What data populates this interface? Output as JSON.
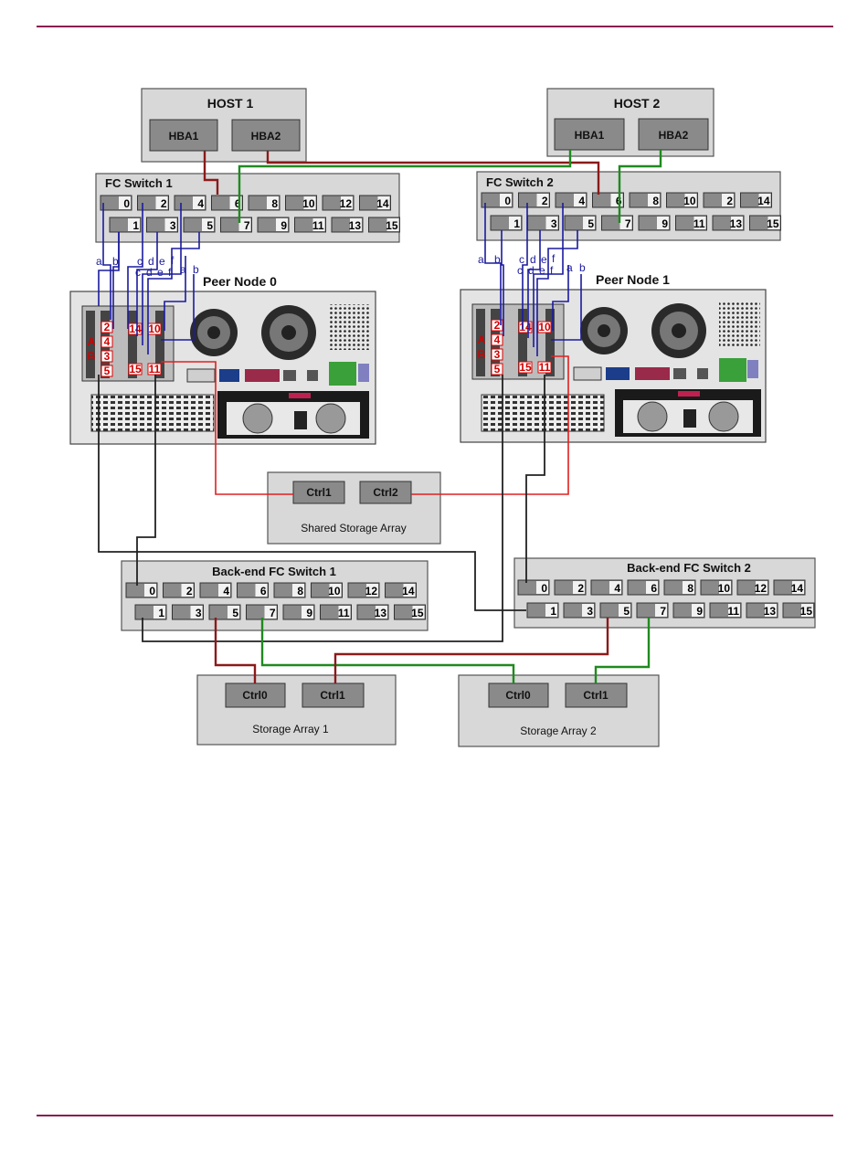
{
  "colors": {
    "rule": "#8b1a4f",
    "host_link": "#8b1a1a",
    "green_link": "#1f8a1f",
    "node_link": "#1b1b9e",
    "storage_red": "#e02020",
    "black_link": "#222222",
    "box_fill": "#d8d8d8",
    "port_fill": "#8a8a8a"
  },
  "hosts": [
    {
      "title": "HOST 1",
      "hba": [
        "HBA1",
        "HBA2"
      ]
    },
    {
      "title": "HOST 2",
      "hba": [
        "HBA1",
        "HBA2"
      ]
    }
  ],
  "switches": {
    "fc1": {
      "title": "FC Switch 1",
      "top": [
        "0",
        "2",
        "4",
        "6",
        "8",
        "10",
        "12",
        "14"
      ],
      "bottom": [
        "1",
        "3",
        "5",
        "7",
        "9",
        "11",
        "13",
        "15"
      ]
    },
    "fc2": {
      "title": "FC Switch 2",
      "top": [
        "0",
        "2",
        "4",
        "6",
        "8",
        "10",
        "2",
        "14"
      ],
      "bottom": [
        "1",
        "3",
        "5",
        "7",
        "9",
        "11",
        "13",
        "15"
      ]
    },
    "be1": {
      "title": "Back-end FC Switch 1",
      "top": [
        "0",
        "2",
        "4",
        "6",
        "8",
        "10",
        "12",
        "14"
      ],
      "bottom": [
        "1",
        "3",
        "5",
        "7",
        "9",
        "11",
        "13",
        "15"
      ]
    },
    "be2": {
      "title": "Back-end FC Switch 2",
      "top": [
        "0",
        "2",
        "4",
        "6",
        "8",
        "10",
        "12",
        "14"
      ],
      "bottom": [
        "1",
        "3",
        "5",
        "7",
        "9",
        "11",
        "13",
        "15"
      ]
    }
  },
  "nodes": [
    {
      "title": "Peer Node 0",
      "cable_letters_left": [
        "a",
        "b",
        "c",
        "d",
        "e",
        "f",
        "a",
        "b"
      ],
      "cable_letters_row2": [
        "c",
        "d",
        "e",
        "f",
        "a",
        "b"
      ],
      "card_ports": [
        "2",
        "3",
        "4",
        "5",
        "14",
        "15",
        "10",
        "11"
      ],
      "card_letters": [
        "A",
        "B"
      ]
    },
    {
      "title": "Peer Node 1",
      "cable_letters_left": [
        "a",
        "b",
        "c",
        "d",
        "e",
        "f",
        "a",
        "b"
      ],
      "cable_letters_row2": [
        "c",
        "d",
        "e",
        "f"
      ],
      "card_ports": [
        "2",
        "3",
        "4",
        "5",
        "14",
        "15",
        "10",
        "11"
      ],
      "card_letters": [
        "A",
        "B"
      ]
    }
  ],
  "shared_storage": {
    "title": "Shared Storage Array",
    "ctrls": [
      "Ctrl1",
      "Ctrl2"
    ]
  },
  "storage_arrays": [
    {
      "title": "Storage Array 1",
      "ctrls": [
        "Ctrl0",
        "Ctrl1"
      ]
    },
    {
      "title": "Storage Array 2",
      "ctrls": [
        "Ctrl0",
        "Ctrl1"
      ]
    }
  ]
}
